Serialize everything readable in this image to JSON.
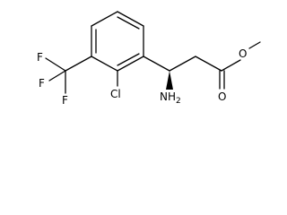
{
  "molecule": {
    "atoms": {
      "f1": "F",
      "f2": "F",
      "f3": "F",
      "cl": "Cl",
      "nh2": "NH",
      "nh2_sub": "2",
      "o_carbonyl": "O",
      "o_ester": "O"
    },
    "colors": {
      "bond": "#000000",
      "text": "#000000",
      "background": "#ffffff"
    }
  }
}
